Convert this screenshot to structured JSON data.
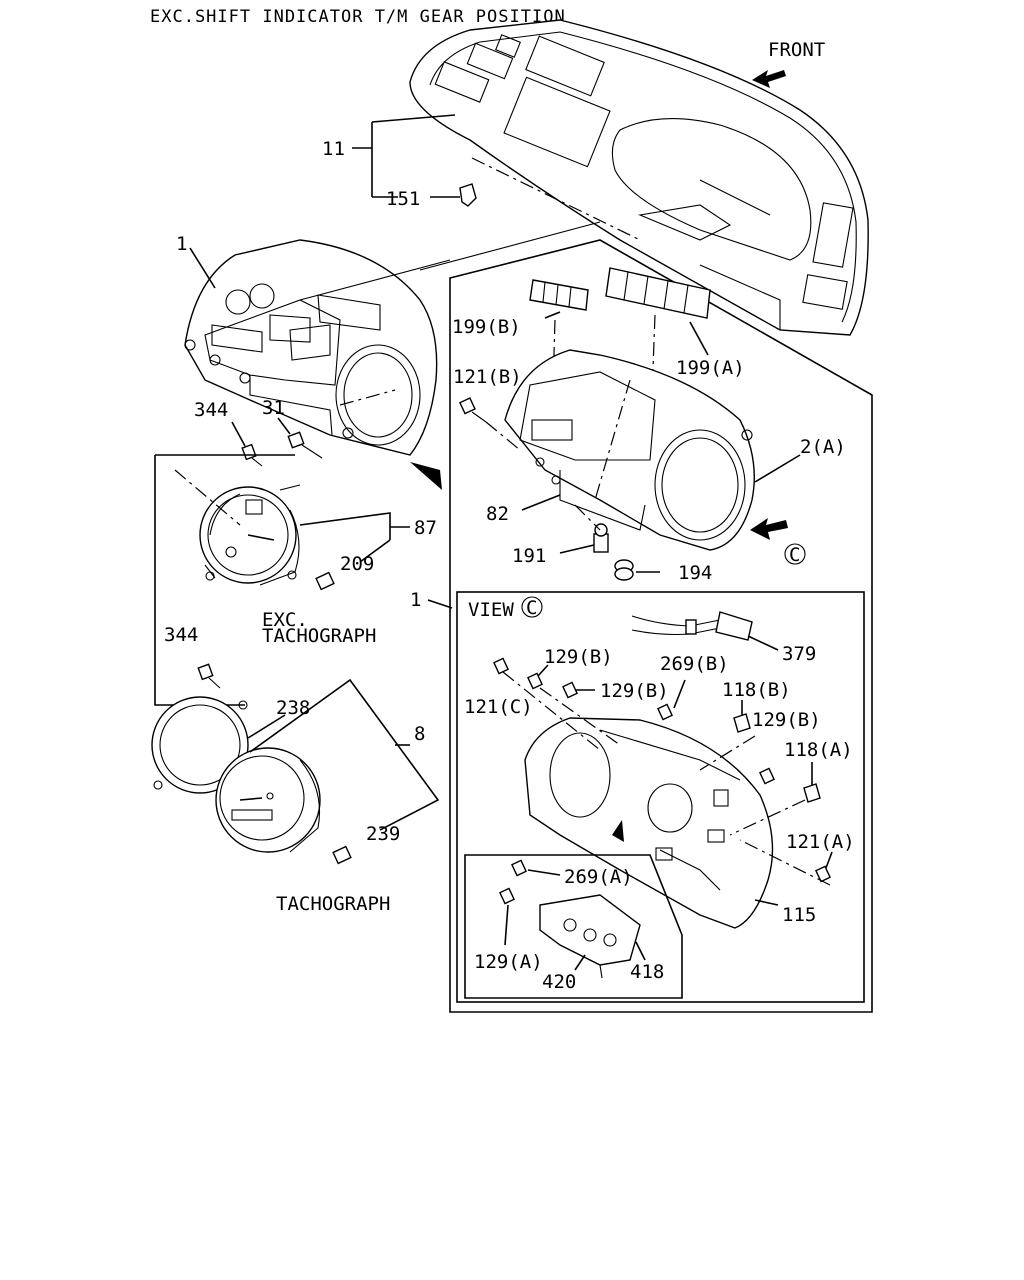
{
  "title": "EXC.SHIFT INDICATOR T/M GEAR POSITION",
  "front_label": "FRONT",
  "view_label": "VIEW",
  "view_marker": "C",
  "notes": {
    "exc_tachograph_line1": "EXC.",
    "exc_tachograph_line2": "TACHOGRAPH",
    "tachograph": "TACHOGRAPH"
  },
  "callouts": {
    "p11": "11",
    "p151": "151",
    "p1_top": "1",
    "p1_mid": "1",
    "p199b": "199(B)",
    "p199a": "199(A)",
    "p121b": "121(B)",
    "p2a": "2(A)",
    "p344_top": "344",
    "p31": "31",
    "p87": "87",
    "p82": "82",
    "p209": "209",
    "p191": "191",
    "p194": "194",
    "p344_bot": "344",
    "p379": "379",
    "p129b_1": "129(B)",
    "p269b": "269(B)",
    "p129b_2": "129(B)",
    "p118b": "118(B)",
    "p121c": "121(C)",
    "p129b_3": "129(B)",
    "p238": "238",
    "p8": "8",
    "p118a": "118(A)",
    "p121a": "121(A)",
    "p239": "239",
    "p269a": "269(A)",
    "p115": "115",
    "p129a": "129(A)",
    "p418": "418",
    "p420": "420"
  }
}
